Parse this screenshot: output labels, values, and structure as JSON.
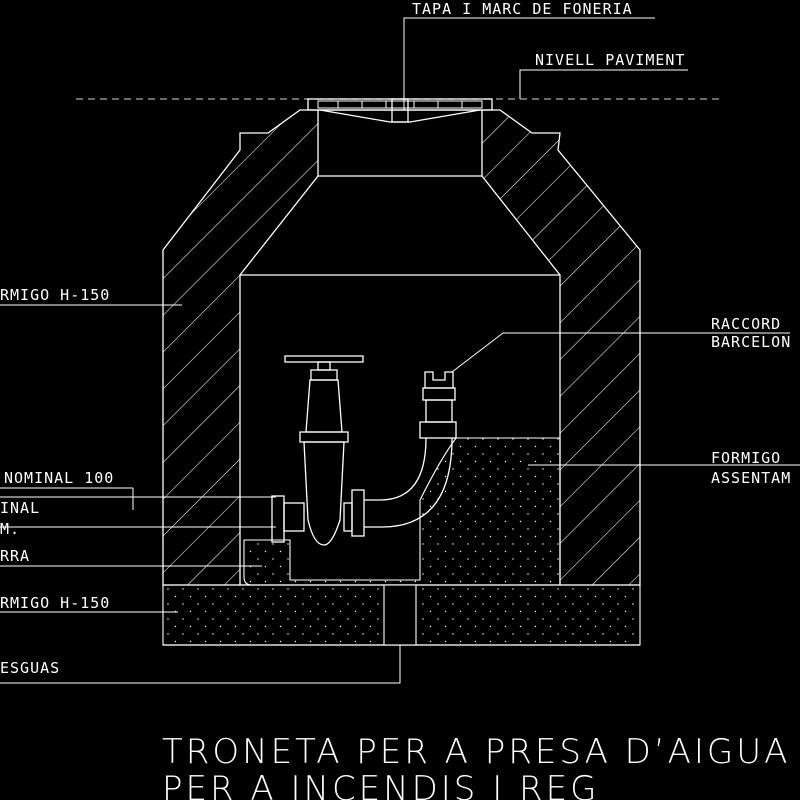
{
  "drawing": {
    "labels": {
      "tapa": "TAPA I MARC DE FONERIA",
      "nivell": "NIVELL PAVIMENT",
      "raccord_1": "RACCORD",
      "raccord_2": "BARCELON",
      "formigo_assent_1": "FORMIGO",
      "formigo_assent_2": "ASSENTAM",
      "formigo_wall": "RMIGO H-150",
      "nominal_100": "NOMINAL 100",
      "inal": "INAL",
      "m": "M.",
      "rra": "RRA",
      "formigo_base": "RMIGO H-150",
      "esguas": "ESGUAS"
    },
    "title": {
      "line1": "TRONETA PER A PRESA D’AIGUA",
      "line2": "PER A INCENDIS I REG"
    },
    "colors": {
      "background": "#000000",
      "lines": "#ffffff",
      "grey_dash": "#aaaaaa"
    }
  }
}
